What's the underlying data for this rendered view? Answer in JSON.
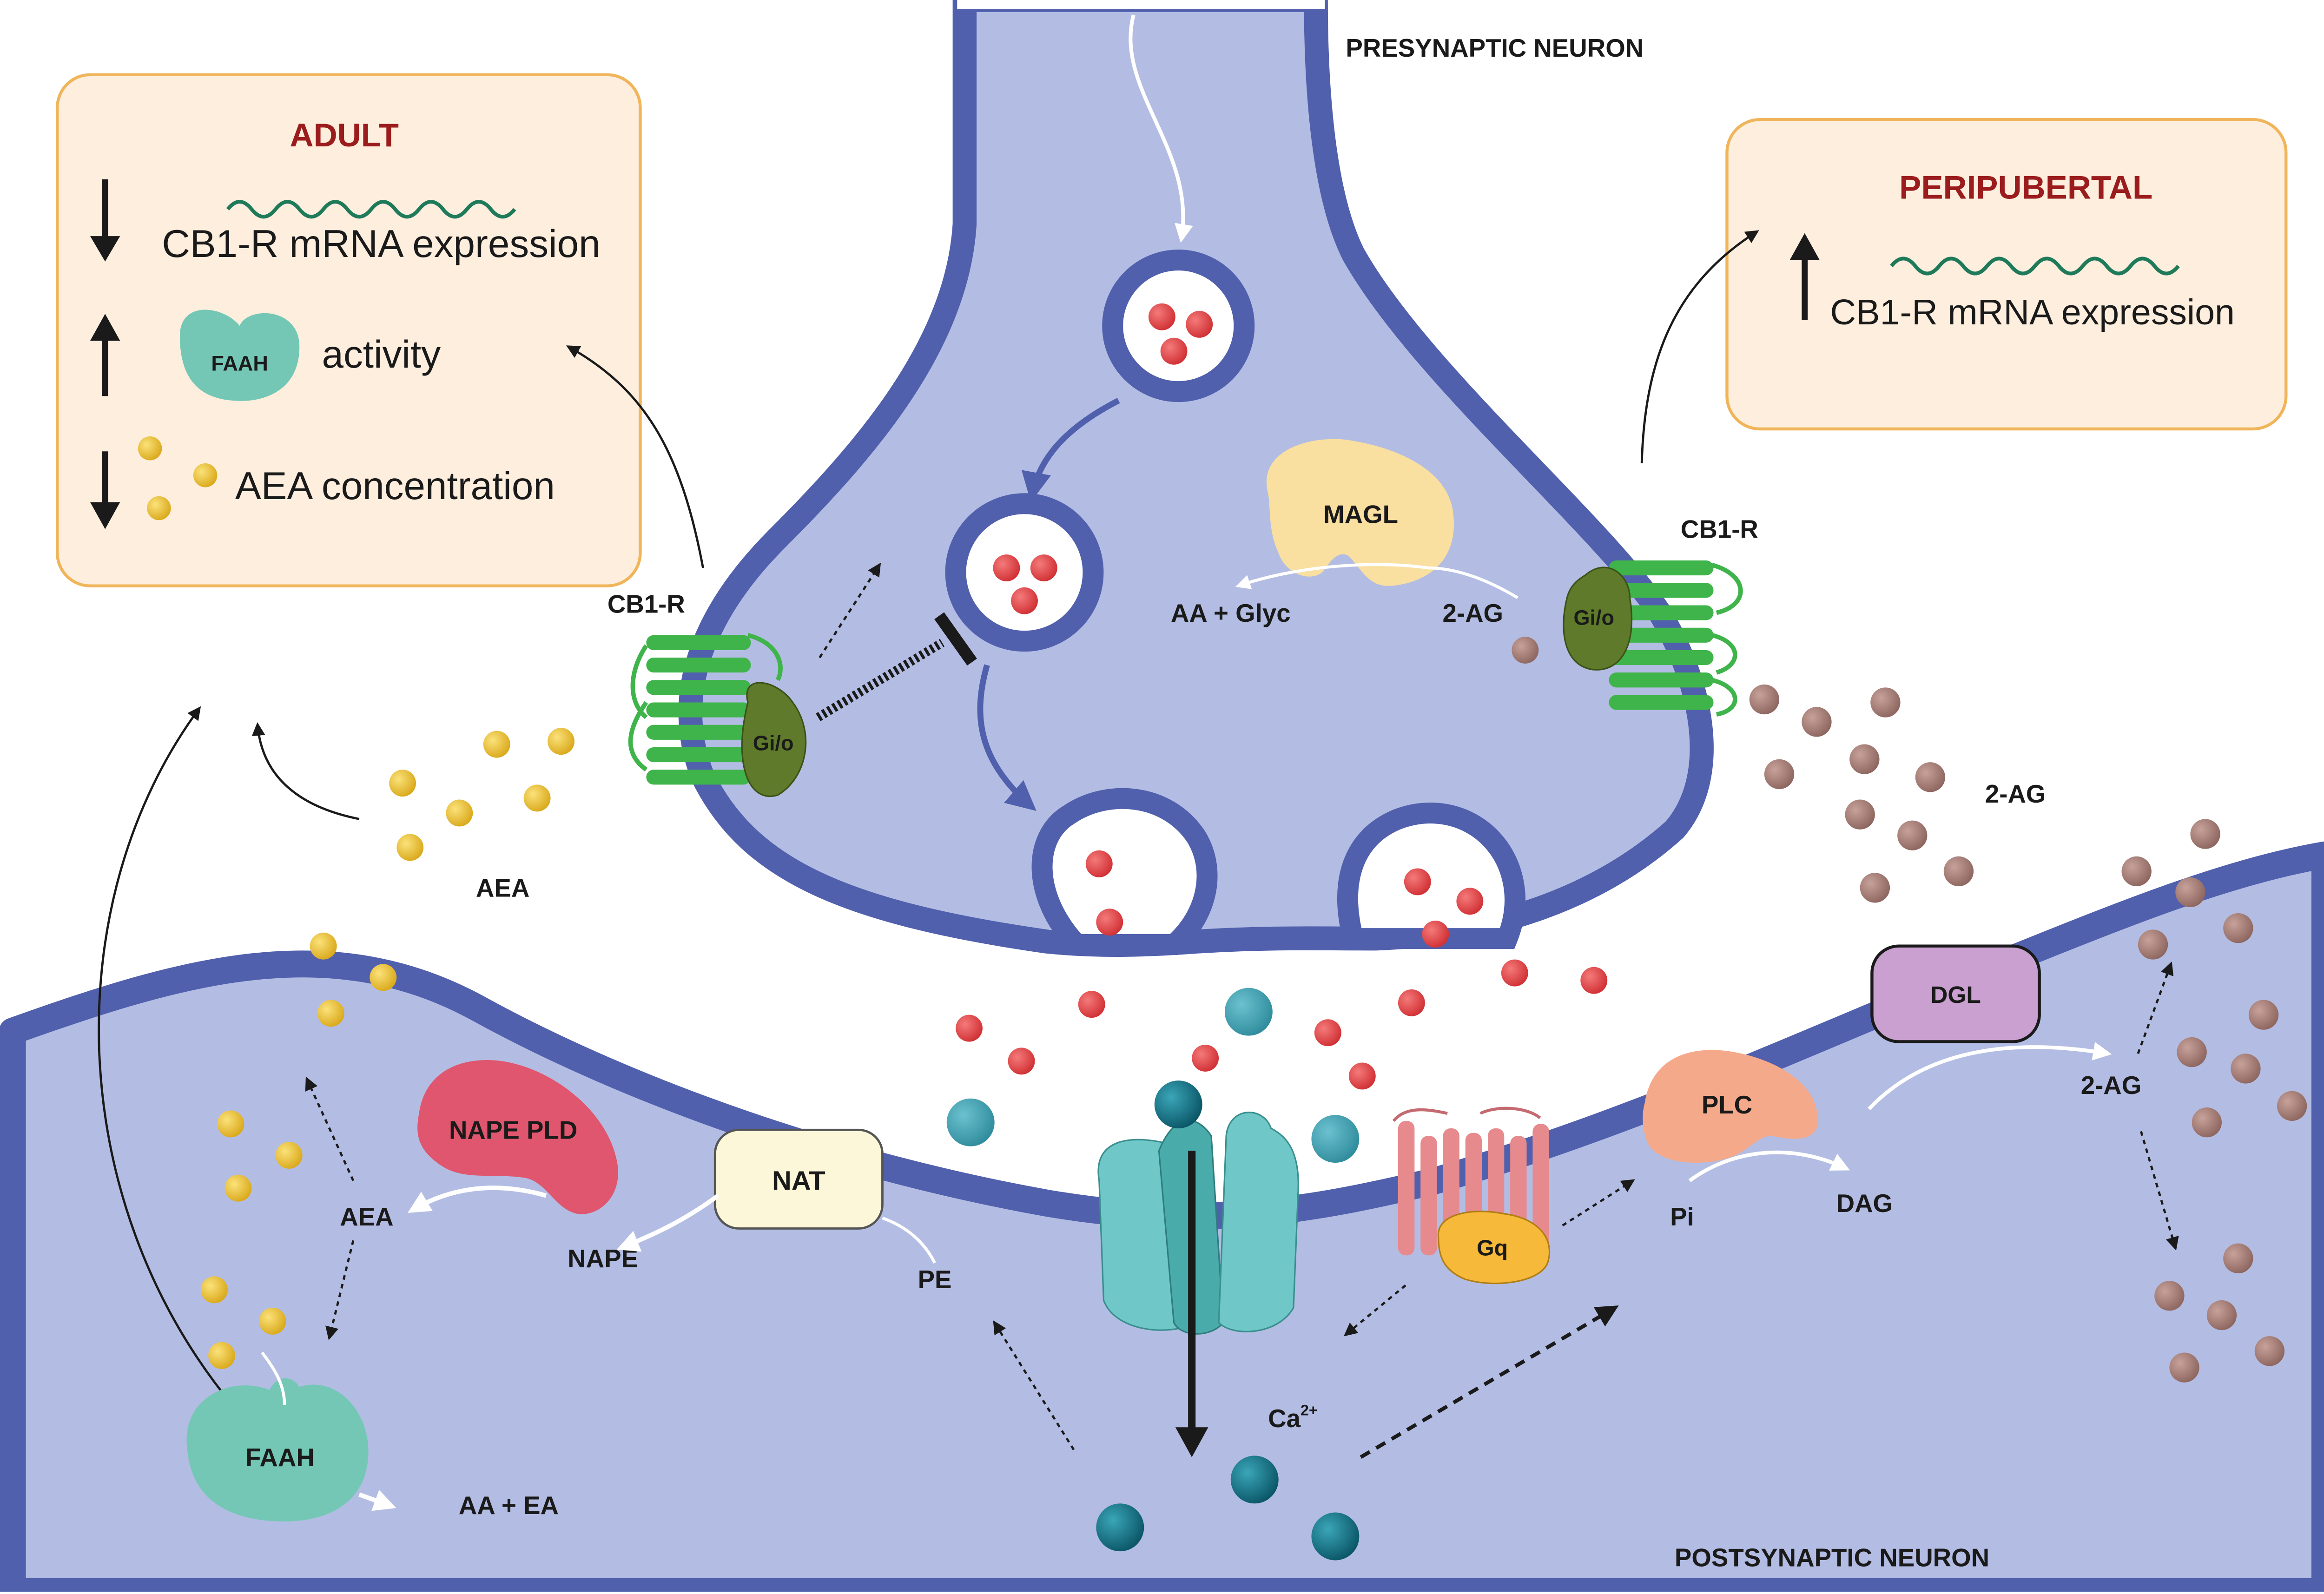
{
  "labels": {
    "presynaptic": "PRESYNAPTIC NEURON",
    "postsynaptic": "POSTSYNAPTIC NEURON",
    "aea_left": "AEA",
    "aea_post": "AEA",
    "nape": "NAPE",
    "pe": "PE",
    "aa_ea": "AA + EA",
    "ca": "Ca",
    "ca_sup": "2+",
    "pi": "Pi",
    "dag": "DAG",
    "two_ag_post": "2-AG",
    "two_ag_right": "2-AG",
    "two_ag_magl": "2-AG",
    "aa_glyc": "AA + Glyc",
    "cb1r_left": "CB1-R",
    "cb1r_right": "CB1-R"
  },
  "enzymes": {
    "magl": "MAGL",
    "nape_pld": "NAPE PLD",
    "nat": "NAT",
    "faah": "FAAH",
    "plc": "PLC",
    "dgl": "DGL",
    "gq": "Gq",
    "gio_left": "Gi/o",
    "gio_right": "Gi/o"
  },
  "adult_box": {
    "title": "ADULT",
    "line1": "CB1-R mRNA expression",
    "faah": "FAAH",
    "line2": "activity",
    "line3": "AEA concentration"
  },
  "peripubertal_box": {
    "title": "PERIPUBERTAL",
    "line1": "CB1-R mRNA expression"
  },
  "colors": {
    "neuron_fill": "#b3bde3",
    "membrane": "#5160ad",
    "box_fill": "#fdeede",
    "box_border": "#f0b55b",
    "title_red": "#9a1c1c",
    "mrna_green": "#1f7a5a",
    "cb1r_green": "#3fb44a",
    "gio_green": "#5e7a2a",
    "glutamate_red": "#dd3b3e",
    "aea_yellow": "#e8be2a",
    "two_ag_brown": "#a07a72",
    "calcium_teal": "#0f6b80",
    "faah_teal": "#74c7b5",
    "magl_yellow": "#f9dfa0",
    "nape_pld_pink": "#e0566e",
    "nat_cream": "#fbf7d8",
    "plc_salmon": "#f4a98a",
    "dgl_purple": "#c9a0cf",
    "gq_orange": "#f6b93a",
    "channel_teal": "#6fc7c7",
    "gpcr_pink": "#e68a8e"
  }
}
